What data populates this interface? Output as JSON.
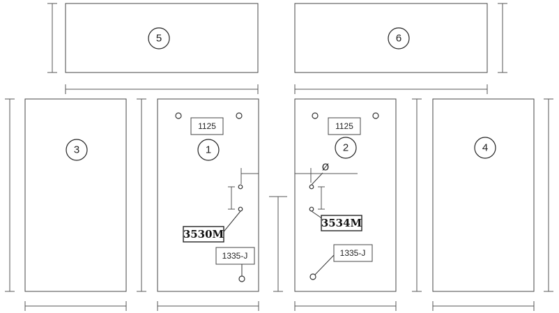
{
  "panels": {
    "p5": {
      "number": "5"
    },
    "p6": {
      "number": "6"
    },
    "p3": {
      "number": "3"
    },
    "p1": {
      "number": "1",
      "code": "1125",
      "part_a": "3530M",
      "part_b": "1335-J"
    },
    "p2": {
      "number": "2",
      "code": "1125",
      "part_a": "3534M",
      "part_b": "1335-J",
      "symbol": "Ø"
    },
    "p4": {
      "number": "4"
    }
  }
}
